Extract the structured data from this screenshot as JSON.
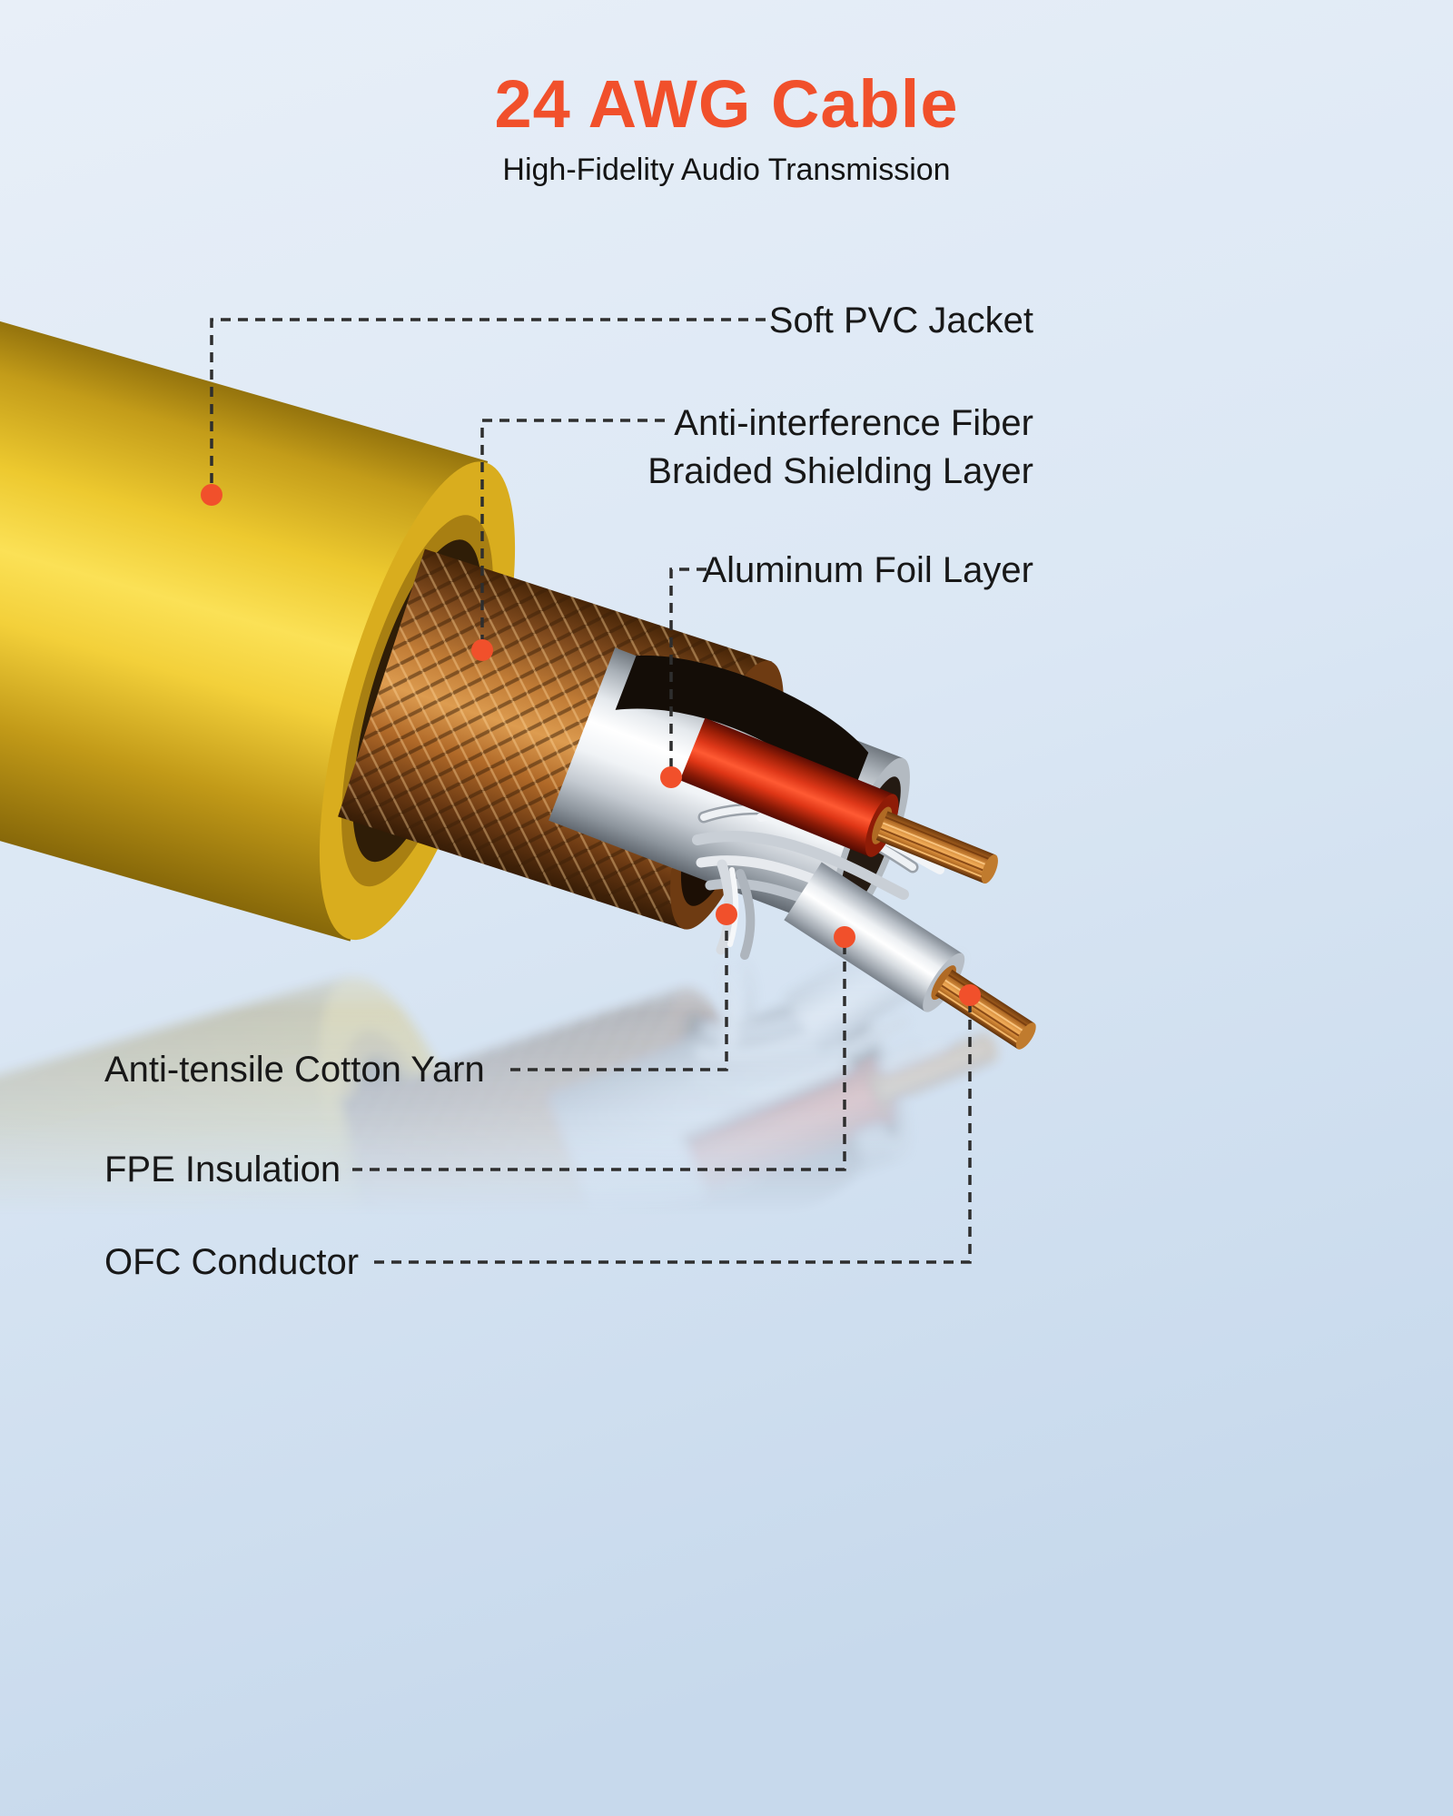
{
  "header": {
    "title": "24 AWG Cable",
    "subtitle": "High-Fidelity Audio Transmission"
  },
  "callouts": {
    "pvc_jacket": "Soft PVC Jacket",
    "fiber_braid_line1": "Anti-interference Fiber",
    "fiber_braid_line2": "Braided Shielding Layer",
    "aluminum_foil": "Aluminum Foil Layer",
    "cotton_yarn": "Anti-tensile Cotton Yarn",
    "fpe_insulation": "FPE Insulation",
    "ofc_conductor": "OFC Conductor"
  },
  "colors": {
    "accent": "#F1502B",
    "text": "#181818",
    "jacket_yellow": "#F2CE39",
    "copper_braid": "#C97B3A",
    "aluminum_foil": "#EDF1F4",
    "red_wire": "#E8391B",
    "background": "#DCE8F5"
  },
  "icons": {
    "callout_dot": "orange circular marker",
    "leader_line": "dashed dark leader line"
  }
}
